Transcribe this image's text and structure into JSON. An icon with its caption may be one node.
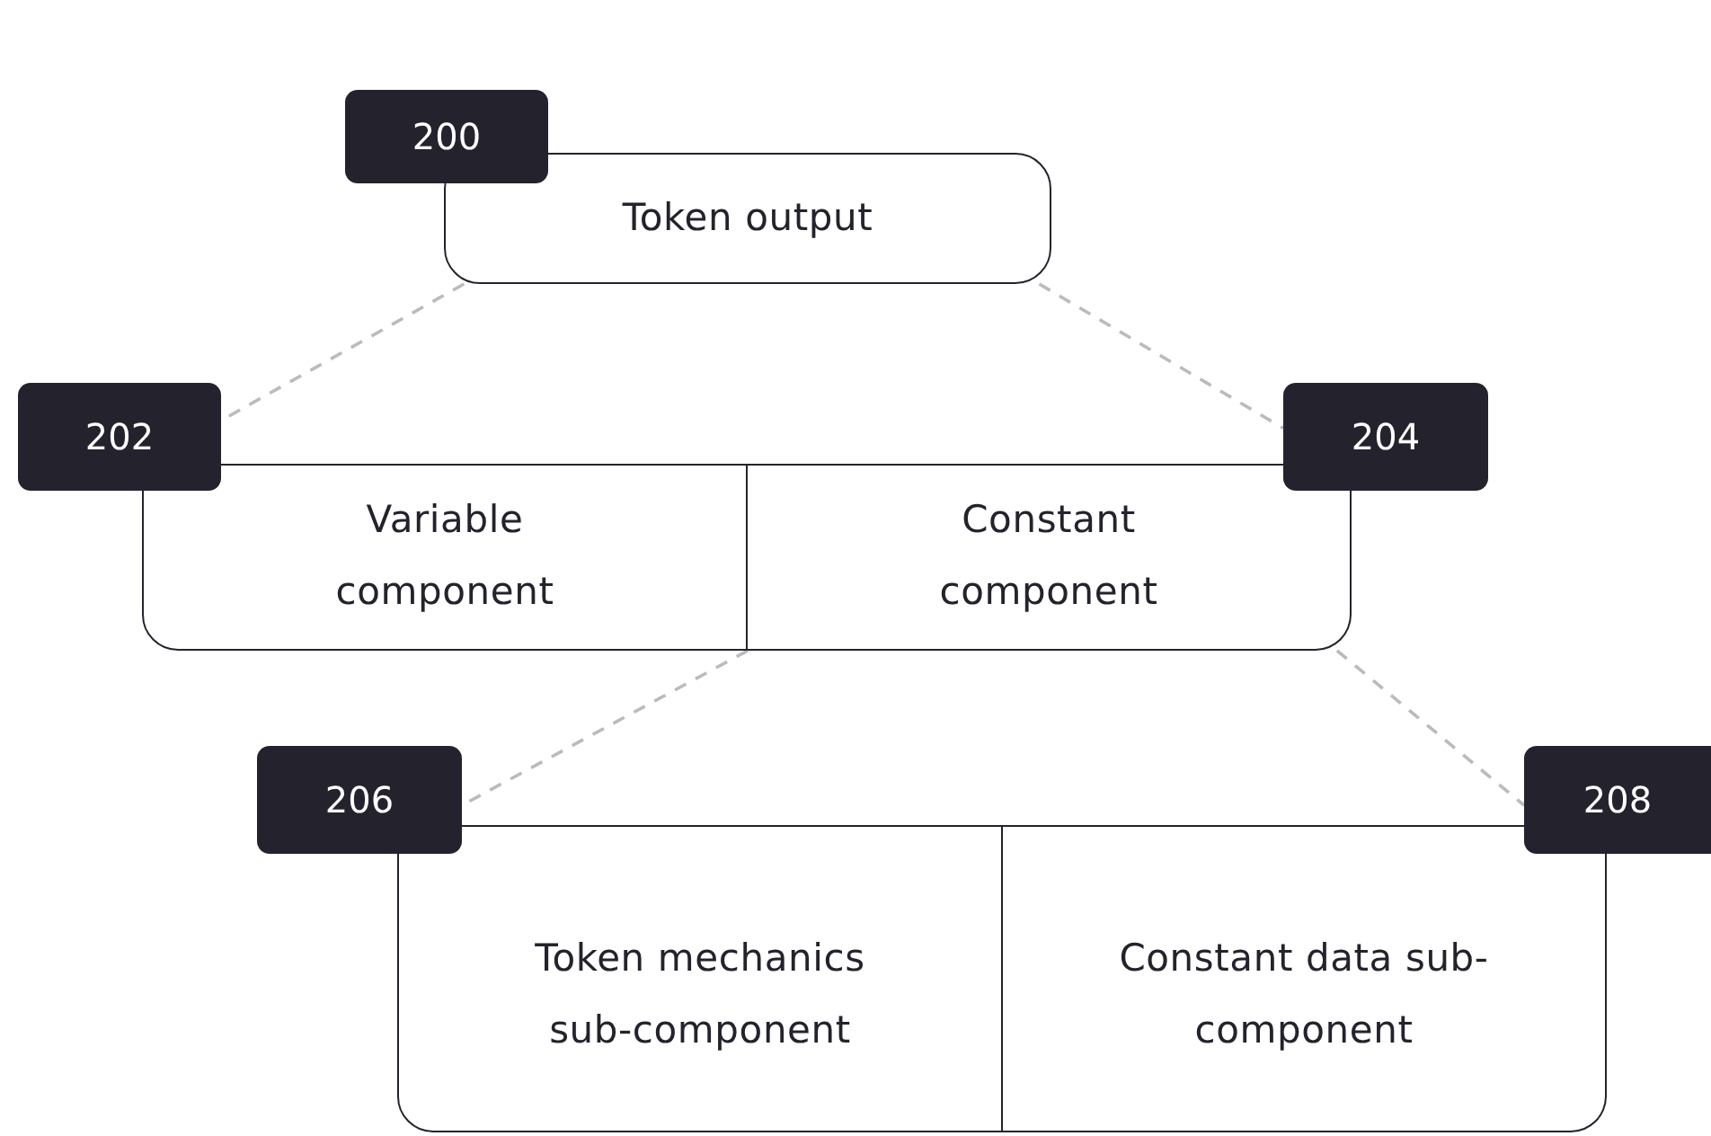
{
  "diagram": {
    "nodes": [
      {
        "text": [
          "200"
        ]
      },
      {
        "text": [
          "Token output"
        ]
      },
      {
        "text": [
          "202"
        ]
      },
      {
        "text": [
          "Variable component"
        ]
      },
      {
        "text": [
          "Constant component"
        ]
      },
      {
        "text": [
          "204"
        ]
      },
      {
        "text": [
          "206"
        ]
      },
      {
        "text": [
          "Token mechanics sub-component"
        ]
      },
      {
        "text": [
          "Constant data sub-component"
        ]
      },
      {
        "text": [
          "208"
        ]
      }
    ],
    "edges": [
      {
        "from": 1,
        "to": 2,
        "arrow": "none",
        "style": "dashed"
      },
      {
        "from": 1,
        "to": 5,
        "arrow": "none",
        "style": "dashed"
      },
      {
        "from": 4,
        "to": 6,
        "arrow": "none",
        "style": "dashed"
      },
      {
        "from": 4,
        "to": 9,
        "arrow": "none",
        "style": "dashed"
      }
    ]
  }
}
